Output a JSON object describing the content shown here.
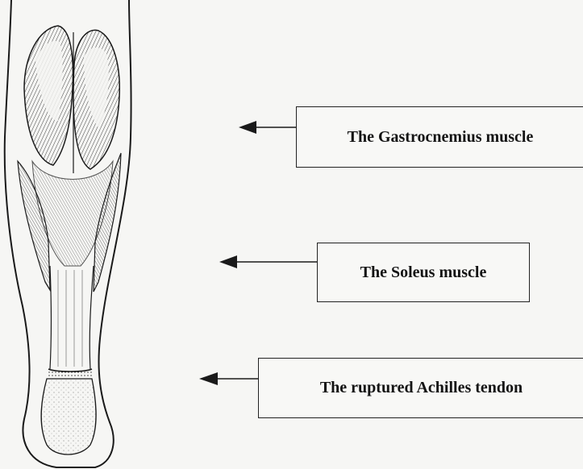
{
  "labels": {
    "gastrocnemius": "The Gastrocnemius muscle",
    "soleus": "The Soleus muscle",
    "achilles": "The ruptured Achilles tendon"
  },
  "colors": {
    "ink": "#1a1a1a",
    "paper": "#f6f6f4"
  },
  "icons": [
    "arrow-left-icon"
  ]
}
